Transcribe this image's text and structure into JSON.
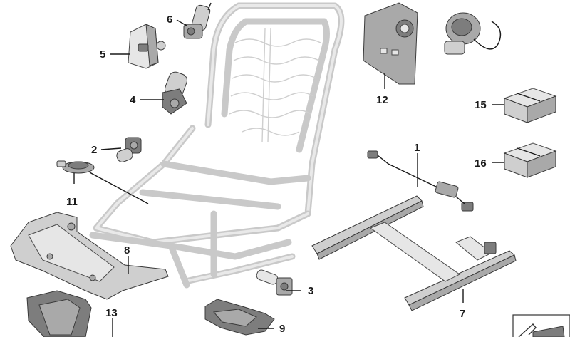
{
  "diagram": {
    "callouts": [
      {
        "id": "1",
        "label": "1"
      },
      {
        "id": "2",
        "label": "2"
      },
      {
        "id": "3",
        "label": "3"
      },
      {
        "id": "4",
        "label": "4"
      },
      {
        "id": "5",
        "label": "5"
      },
      {
        "id": "6",
        "label": "6"
      },
      {
        "id": "7",
        "label": "7"
      },
      {
        "id": "8",
        "label": "8"
      },
      {
        "id": "9",
        "label": "9"
      },
      {
        "id": "11",
        "label": "11"
      },
      {
        "id": "12",
        "label": "12"
      },
      {
        "id": "13",
        "label": "13"
      },
      {
        "id": "15",
        "label": "15"
      },
      {
        "id": "16",
        "label": "16"
      }
    ]
  }
}
